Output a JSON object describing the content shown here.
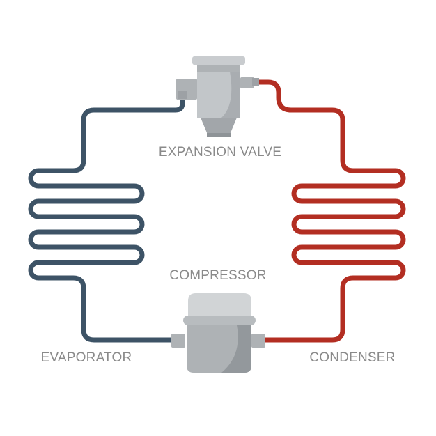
{
  "labels": {
    "expansion_valve": "EXPANSION VALVE",
    "compressor": "COMPRESSOR",
    "evaporator": "EVAPORATOR",
    "condenser": "CONDENSER"
  },
  "colors": {
    "cold_line": "#3d5366",
    "hot_line": "#b32e22",
    "component_light": "#c2c6c9",
    "component_mid": "#a9adb1",
    "component_dark": "#8e9397",
    "label_text": "#8a8a8a",
    "background": "#ffffff"
  }
}
